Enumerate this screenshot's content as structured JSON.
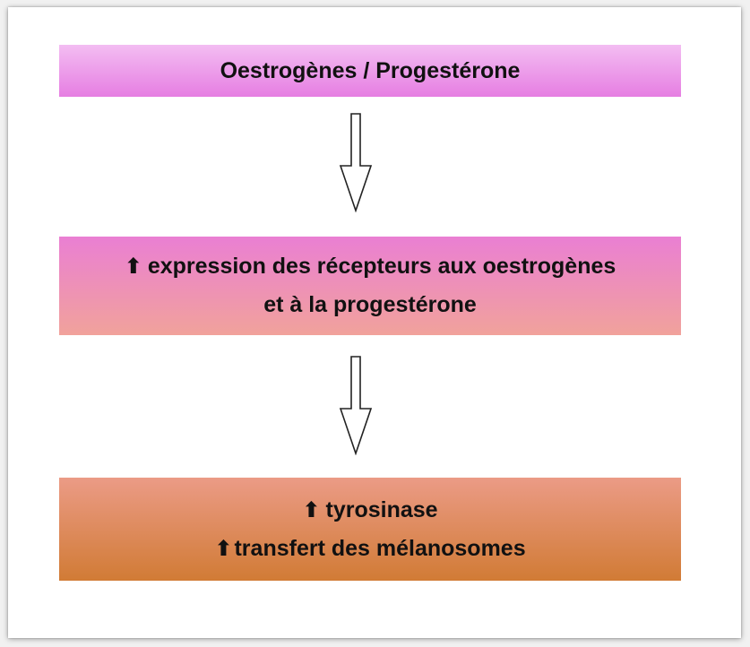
{
  "diagram": {
    "box1": {
      "text": "Oestrogènes / Progestérone"
    },
    "box2": {
      "line1_arrow": "⬆",
      "line1": "expression des récepteurs aux oestrogènes",
      "line2": "et à la progestérone"
    },
    "box3": {
      "line1_arrow": "⬆",
      "line1": "tyrosinase",
      "line2_arrow": "⬆",
      "line2": "transfert des mélanosomes"
    },
    "colors": {
      "box1_top": "#f3bdf2",
      "box1_bottom": "#e67ee2",
      "box2_top": "#ea7fd3",
      "box2_bottom": "#f1a29b",
      "box3_top": "#eb9b86",
      "box3_bottom": "#d17b35",
      "text": "#111111"
    },
    "icons": {
      "flow_arrow": "hollow-down-arrow-icon",
      "increase": "up-arrow-icon"
    }
  }
}
